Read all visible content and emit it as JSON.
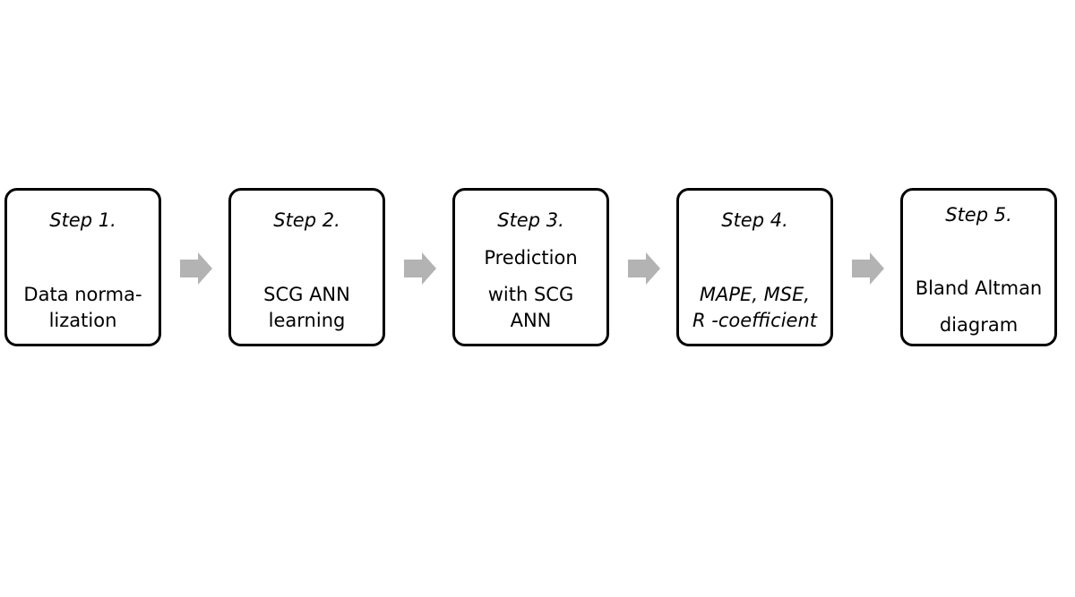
{
  "colors": {
    "box_border": "#000000",
    "arrow_fill": "#b3b3b3",
    "background": "#ffffff"
  },
  "steps": [
    {
      "title": "Step 1.",
      "lines": [
        "Data norma-",
        "lization"
      ]
    },
    {
      "title": "Step 2.",
      "lines": [
        "SCG ANN",
        "learning"
      ]
    },
    {
      "title": "Step 3.",
      "lines": [
        "Prediction",
        "with SCG",
        "ANN"
      ]
    },
    {
      "title": "Step 4.",
      "lines": [
        "MAPE, MSE,",
        "R -coefficient"
      ]
    },
    {
      "title": "Step 5.",
      "lines": [
        "Bland Altman",
        "diagram"
      ]
    }
  ],
  "arrows": [
    {
      "icon": "right-arrow-icon"
    },
    {
      "icon": "right-arrow-icon"
    },
    {
      "icon": "right-arrow-icon"
    },
    {
      "icon": "right-arrow-icon"
    }
  ]
}
